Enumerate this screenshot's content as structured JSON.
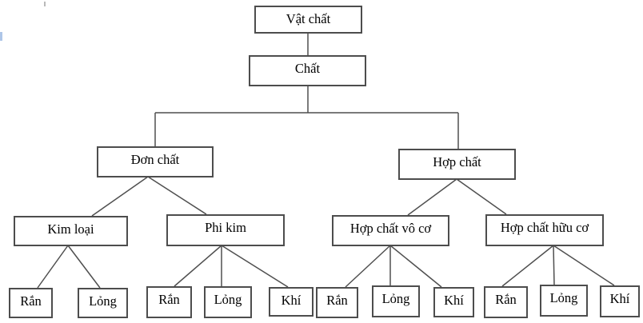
{
  "diagram": {
    "description": "Classification tree of matter (Vietnamese chemistry diagram)",
    "nodes": {
      "vat_chat": {
        "label": "Vật chất"
      },
      "chat": {
        "label": "Chất"
      },
      "don_chat": {
        "label": "Đơn chất"
      },
      "hop_chat": {
        "label": "Hợp chất"
      },
      "kim_loai": {
        "label": "Kim loại"
      },
      "phi_kim": {
        "label": "Phi kim"
      },
      "hcvc": {
        "label": "Hợp chất vô cơ"
      },
      "hchc": {
        "label": "Hợp chất hữu cơ"
      },
      "kl_ran": {
        "label": "Rắn"
      },
      "kl_long": {
        "label": "Lỏng"
      },
      "pk_ran": {
        "label": "Rắn"
      },
      "pk_long": {
        "label": "Lỏng"
      },
      "pk_khi": {
        "label": "Khí"
      },
      "vc_ran": {
        "label": "Rắn"
      },
      "vc_long": {
        "label": "Lỏng"
      },
      "vc_khi": {
        "label": "Khí"
      },
      "hc_ran": {
        "label": "Rắn"
      },
      "hc_long": {
        "label": "Lỏng"
      },
      "hc_khi": {
        "label": "Khí"
      }
    },
    "tree": {
      "Vật chất": {
        "Chất": {
          "Đơn chất": {
            "Kim loại": [
              "Rắn",
              "Lỏng"
            ],
            "Phi kim": [
              "Rắn",
              "Lỏng",
              "Khí"
            ]
          },
          "Hợp chất": {
            "Hợp chất vô cơ": [
              "Rắn",
              "Lỏng",
              "Khí"
            ],
            "Hợp chất hữu cơ": [
              "Rắn",
              "Lỏng",
              "Khí"
            ]
          }
        }
      }
    },
    "colors": {
      "background": "#ffffff",
      "box_border": "#4d4d4d",
      "line": "#4f4f4f",
      "text": "#000000",
      "left_edge_artifact": "#aec6e8",
      "top_edge_artifact": "#b9b9b9"
    }
  }
}
